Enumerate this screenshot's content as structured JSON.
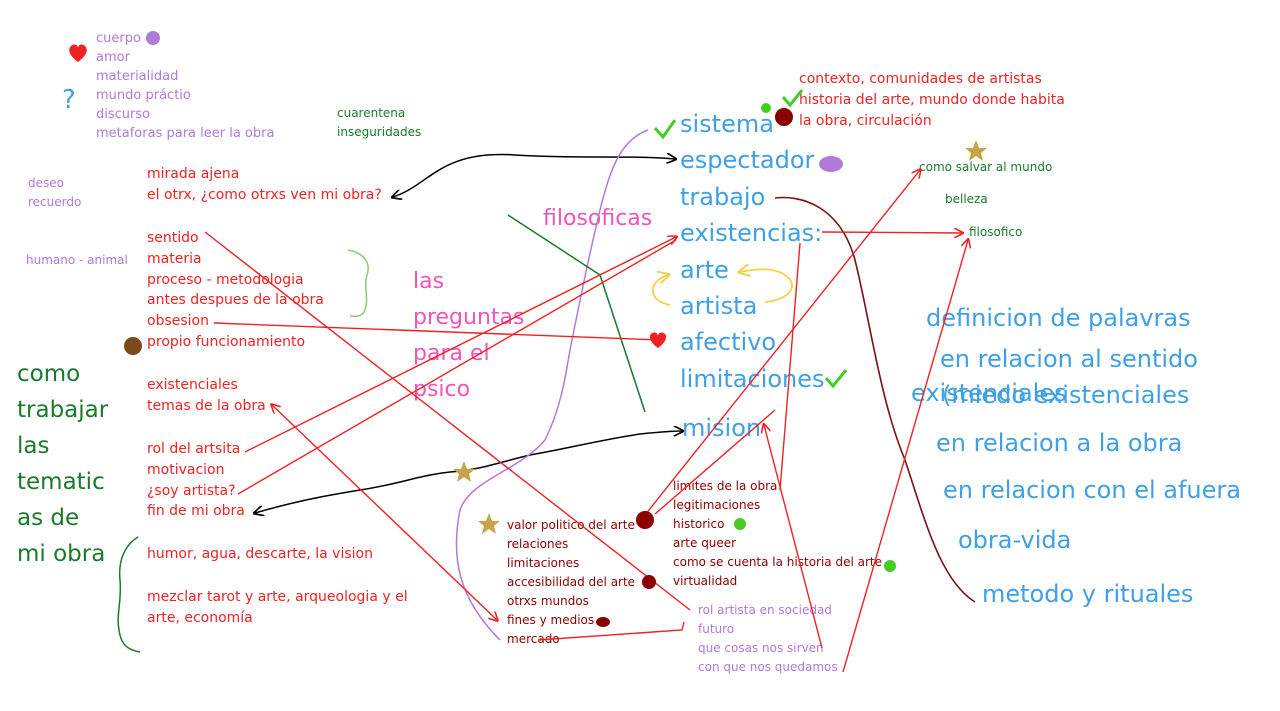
{
  "top_left_list": [
    "cuerpo",
    "amor",
    "materialidad",
    "mundo práctio",
    "discurso",
    "metaforas para leer la obra"
  ],
  "left_purple": {
    "deseo": "deseo",
    "recuerdo": "recuerdo",
    "humano_animal": "humano - animal"
  },
  "cuarentena": [
    "cuarentena",
    "inseguridades"
  ],
  "mirada": [
    "mirada ajena",
    "el otrx, ¿como otrxs ven mi obra?"
  ],
  "sentido_list": [
    "sentido",
    "materia",
    "proceso - metodologia",
    "antes despues de la obra",
    "obsesion",
    "propio funcionamiento"
  ],
  "existenciales_list": [
    "existenciales",
    "temas de la obra"
  ],
  "rol_list": [
    "rol del artsita",
    "motivacion",
    "¿soy artista?",
    "fin de mi obra"
  ],
  "humor": "humor, agua, descarte, la vision",
  "mezclar": [
    "mezclar tarot y arte, arqueologia y el",
    "arte, economía"
  ],
  "como_trabajar": [
    "como",
    "trabajar",
    "las",
    "tematic",
    "as de",
    "mi obra"
  ],
  "filosoficas": "filosoficas",
  "las_preguntas": [
    "las",
    "preguntas",
    "para el",
    "psico"
  ],
  "center_list": [
    "sistema",
    "espectador",
    "trabajo",
    "existencias:",
    "arte",
    "artista",
    "afectivo",
    "limitaciones"
  ],
  "mision": "mision",
  "contexto": [
    "contexto, comunidades de artistas",
    "historia del arte, mundo donde habita",
    "la obra, circulación"
  ],
  "como_salvar": "como salvar al mundo",
  "belleza": "belleza",
  "filosofico": "filosofico",
  "right_big": {
    "definicion": "definicion de palavras",
    "relacion_sentido": "en relacion al sentido",
    "existenciales_a": "existenciales",
    "existenciales_b": "(miedo existenciales",
    "relacion_obra": "en relacion a la obra",
    "relacion_afuera": "en relacion con el afuera",
    "obra_vida": "obra-vida",
    "metodo": "metodo y rituales"
  },
  "valor_list": [
    "valor politico del arte",
    "relaciones",
    "limitaciones",
    "accesibilidad del arte",
    "otrxs mundos",
    "fines y medios",
    "mercado"
  ],
  "limites_list": [
    "limites de la obra",
    "legitimaciones",
    "historico",
    "arte queer",
    "como se cuenta la historia del arte",
    "virtualidad"
  ],
  "rol_artista_list": [
    "rol artista en sociedad",
    "futuro",
    "que cosas nos sirven",
    "con que nos quedamos"
  ],
  "colors": {
    "purple": "#b07ad8",
    "red": "#ee2222",
    "green": "#1a7a2a",
    "blue": "#3fa0e6",
    "pink": "#f254b8",
    "dark_red": "#8b0000",
    "gold": "#c9a24a",
    "bright_green": "#44cc22",
    "black": "#000000",
    "yellow": "#f2d24a",
    "brown": "#7a4a1a",
    "light_green": "#88cc77"
  },
  "icons": [
    "heart-icon",
    "question-mark-icon",
    "check-icon",
    "star-icon",
    "dot-icon"
  ]
}
